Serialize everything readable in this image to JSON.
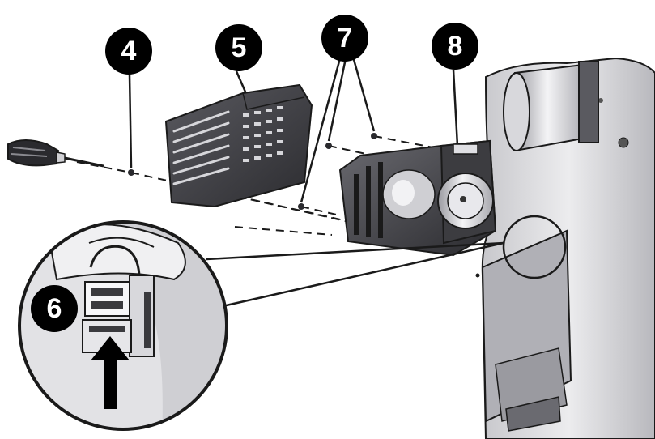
{
  "callouts": [
    {
      "id": "4",
      "label": "4"
    },
    {
      "id": "5",
      "label": "5"
    },
    {
      "id": "7",
      "label": "7"
    },
    {
      "id": "8",
      "label": "8"
    },
    {
      "id": "6",
      "label": "6"
    }
  ],
  "colors": {
    "callout_bg": "#000000",
    "callout_text": "#ffffff",
    "outline": "#1a1a1a",
    "housing_light": "#e4e4e6",
    "housing_mid": "#c2c2c6",
    "housing_dark": "#8a8a90",
    "cover_dark": "#3a3a3e"
  }
}
